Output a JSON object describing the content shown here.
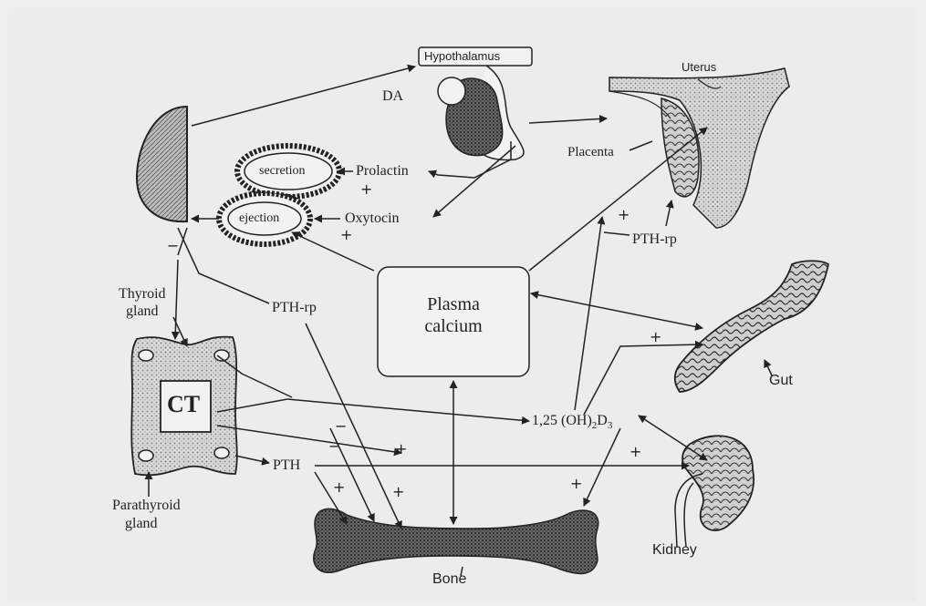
{
  "labels": {
    "hypothalamus": "Hypothalamus",
    "da": "DA",
    "uterus": "Uterus",
    "placenta": "Placenta",
    "secretion": "secretion",
    "ejection": "ejection",
    "prolactin": "Prolactin",
    "oxytocin": "Oxytocin",
    "pth_rp_left": "PTH-rp",
    "pth_rp_right": "PTH-rp",
    "thyroid_gland_line1": "Thyroid",
    "thyroid_gland_line2": "gland",
    "plasma_calcium_line1": "Plasma",
    "plasma_calcium_line2": "calcium",
    "ct": "CT",
    "vitamin_d_prefix": "1,25 (OH)",
    "vitamin_d_sub1": "2",
    "vitamin_d_mid": "D",
    "vitamin_d_sub2": "3",
    "gut": "Gut",
    "pth": "PTH",
    "parathyroid_line1": "Parathyroid",
    "parathyroid_line2": "gland",
    "kidney": "Kidney",
    "bone": "Bone"
  },
  "signs": {
    "plus": "+",
    "minus": "−"
  }
}
